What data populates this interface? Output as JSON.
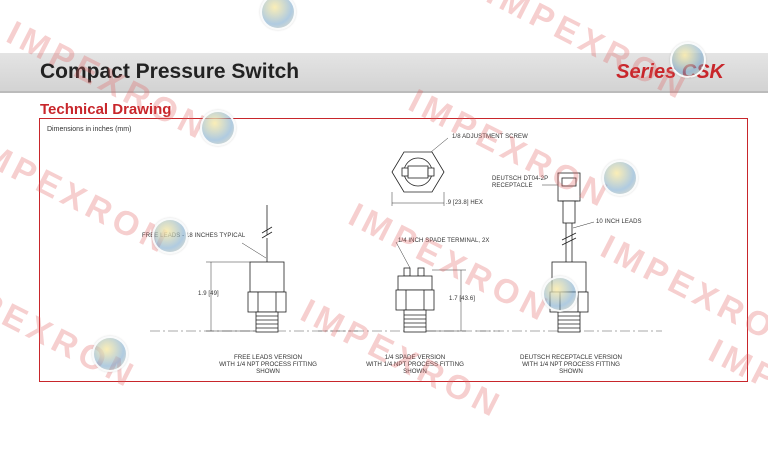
{
  "header": {
    "title": "Compact Pressure Switch",
    "series": "Series CSK"
  },
  "section": {
    "heading": "Technical Drawing",
    "dimensions_note": "Dimensions in inches (mm)"
  },
  "drawing": {
    "labels": {
      "free_leads_typical": "FREE LEADS - 18 INCHES TYPICAL",
      "height_free_leads": "1.9 [49]",
      "adjustment_screw": "1/8 ADJUSTMENT SCREW",
      "hex": ".9 [23.8] HEX",
      "spade_terminal": "1/4 INCH SPADE TERMINAL, 2X",
      "height_spade": "1.7 [43.6]",
      "deutsch_receptacle": "DEUTSCH DT04-2P RECEPTACLE",
      "ten_inch_leads": "10 INCH LEADS"
    },
    "captions": {
      "free_leads": [
        "FREE LEADS VERSION",
        "WITH 1/4 NPT PROCESS FITTING",
        "SHOWN"
      ],
      "spade": [
        "1/4 SPADE VERSION",
        "WITH 1/4 NPT PROCESS FITTING",
        "SHOWN"
      ],
      "deutsch": [
        "DEUTSCH RECEPTACLE VERSION",
        "WITH 1/4 NPT PROCESS FITTING",
        "SHOWN"
      ]
    }
  },
  "watermark": {
    "text": "IMPEXRON",
    "color": "#e25f5f"
  },
  "colors": {
    "accent": "#c8262b",
    "band": "#d9d9d9"
  }
}
